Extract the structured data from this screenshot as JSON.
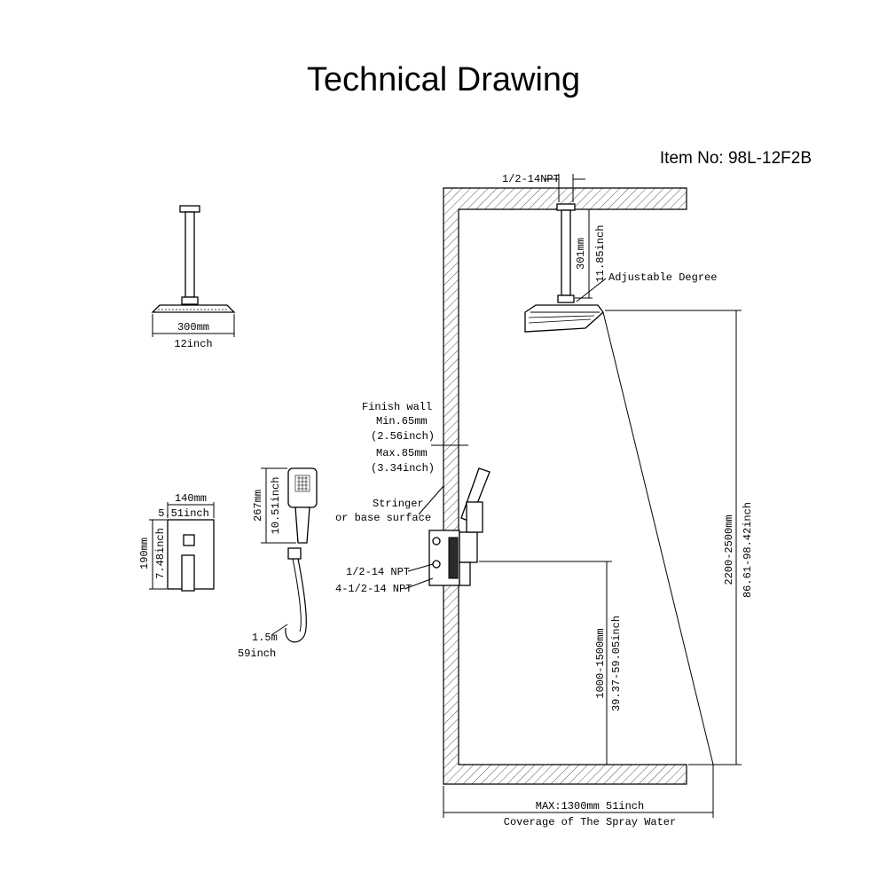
{
  "title": "Technical Drawing",
  "item_no": "Item No: 98L-12F2B",
  "labels": {
    "npt_top": "1/2-14NPT",
    "arm_mm": "301mm",
    "arm_in": "11.85inch",
    "adjustable": "Adjustable Degree",
    "head_mm": "300mm",
    "head_in": "12inch",
    "finish_wall": "Finish wall",
    "min_mm": "Min.65mm",
    "min_in": "(2.56inch)",
    "max_mm": "Max.85mm",
    "max_in": "(3.34inch)",
    "stringer": "Stringer",
    "base_surface": "or base surface",
    "npt_a": "1/2-14 NPT",
    "npt_b": "4-1/2-14 NPT",
    "panel_w_mm": "140mm",
    "panel_w_in": "5.51inch",
    "panel_h_mm": "190mm",
    "panel_h_in": "7.48inch",
    "hand_mm": "267mm",
    "hand_in": "10.51inch",
    "hose_m": "1.5m",
    "hose_in": "59inch",
    "height_mm": "2200-2500mm",
    "height_in": "86.61-98.42inch",
    "valve_mm": "1000-1500mm",
    "valve_in": "39.37-59.05inch",
    "coverage_max": "MAX:1300mm 51inch",
    "coverage_text": "Coverage of The Spray Water"
  }
}
